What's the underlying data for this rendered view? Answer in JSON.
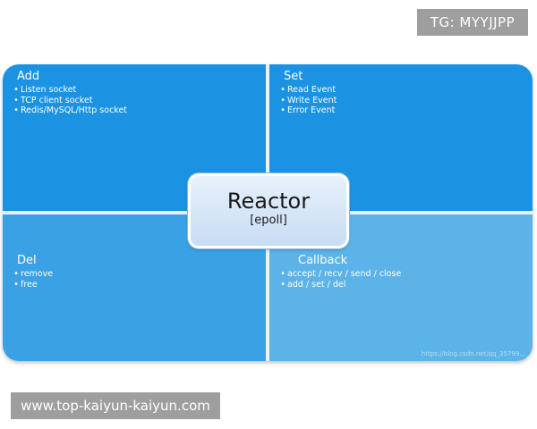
{
  "watermarks": {
    "top_right": "TG: MYYJJPP",
    "bottom_left": "www.top-kaiyun-kaiyun.com"
  },
  "diagram": {
    "center": {
      "title": "Reactor",
      "subtitle": "[epoll]"
    },
    "quadrants": {
      "add": {
        "title": "Add",
        "items": [
          "Listen socket",
          "TCP client socket",
          "Redis/MySQL/Http socket"
        ]
      },
      "set": {
        "title": "Set",
        "items": [
          "Read Event",
          "Write Event",
          "Error Event"
        ]
      },
      "del": {
        "title": "Del",
        "items": [
          "remove",
          "free"
        ]
      },
      "callback": {
        "title": "Callback",
        "items": [
          "accept / recv / send / close",
          "add / set / del"
        ]
      }
    },
    "credit": "https://blog.csdn.net/qq_35799..."
  },
  "colors": {
    "quad_add": "#1b93e2",
    "quad_set": "#1b93e2",
    "quad_del": "#3aa2e4",
    "quad_callback": "#5cb3e8",
    "watermark_bg": "#9e9e9e"
  }
}
